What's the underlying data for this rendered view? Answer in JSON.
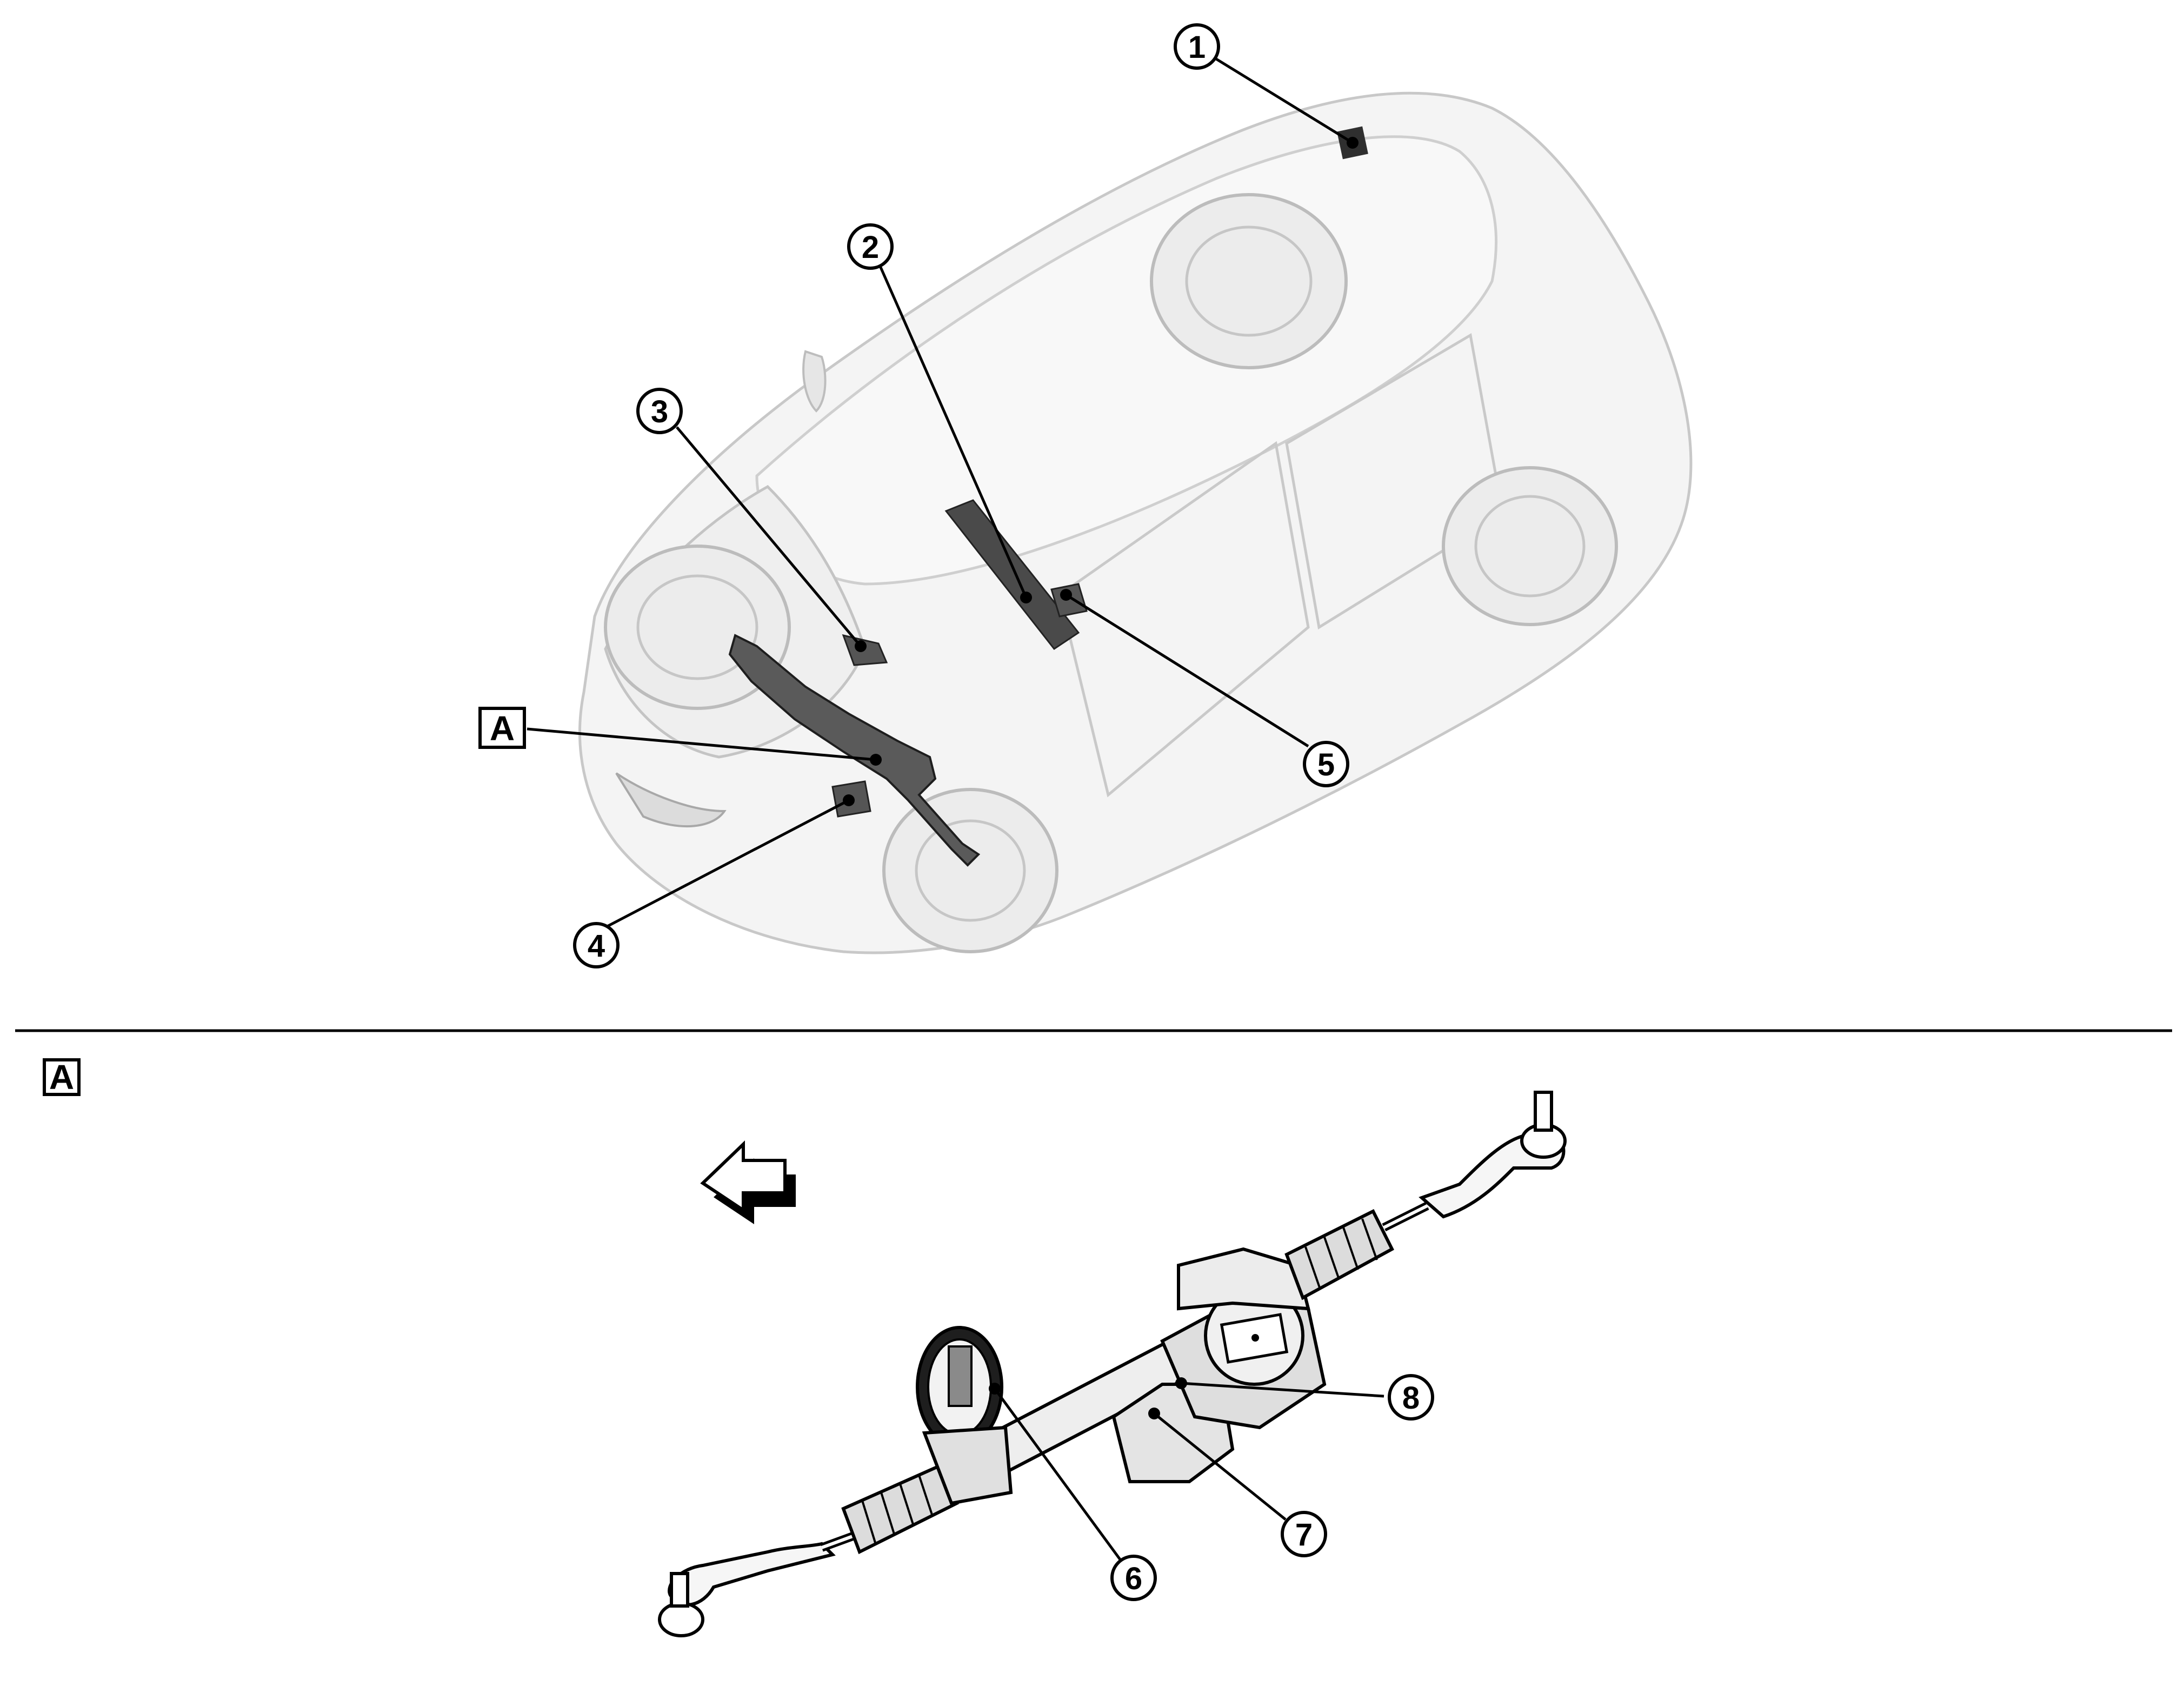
{
  "callouts": {
    "c1": "1",
    "c2": "2",
    "c3": "3",
    "c4": "4",
    "c5": "5",
    "c6": "6",
    "c7": "7",
    "c8": "8"
  },
  "view_labels": {
    "detail_ref": "A",
    "detail_header": "A"
  },
  "colors": {
    "line": "#000000",
    "ghost_body": "#cfcfcf",
    "ghost_fill": "#f2f2f2",
    "component_dark": "#3a3a3a",
    "component_mid": "#8a8a8a",
    "component_light": "#e6e6e6"
  }
}
